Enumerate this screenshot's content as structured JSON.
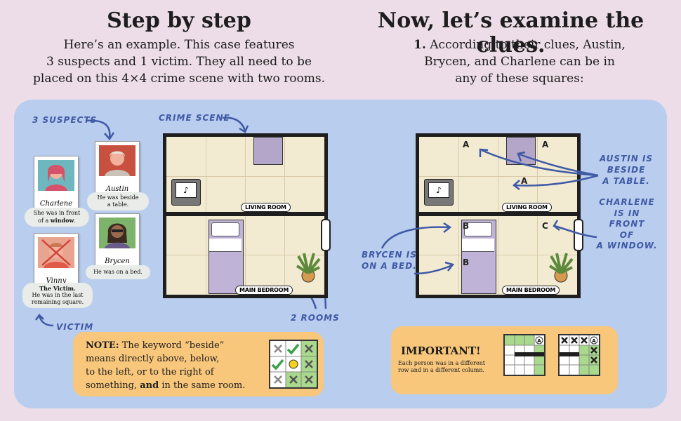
{
  "left": {
    "heading": "Step by step",
    "intro": [
      "Here’s an example. This case features",
      "3 suspects and 1 victim. They all need to be",
      "placed on this 4×4 crime scene with two rooms."
    ],
    "annotations": {
      "suspects": "3 SUSPECTS",
      "scene": "CRIME SCENE",
      "victim": "VICTIM",
      "rooms": "2 ROOMS"
    },
    "cards": [
      {
        "name": "Charlene",
        "clue_parts": [
          "She was in front",
          "of a ",
          "window",
          "."
        ]
      },
      {
        "name": "Austin",
        "clue_parts": [
          "He was beside",
          "a table."
        ]
      },
      {
        "name": "Brycen",
        "clue_parts": [
          "He was on a bed."
        ]
      },
      {
        "name": "Vinny",
        "clue_parts": [
          "The Victim.",
          "He was in the last",
          "remaining square."
        ]
      }
    ],
    "rooms": {
      "living": "LIVING ROOM",
      "bedroom": "MAIN BEDROOM"
    },
    "note": {
      "label": "NOTE:",
      "lines": [
        " The keyword “beside”",
        "means directly above, below,",
        "to the left, or to the right of",
        "something, ",
        "and",
        " in the same room."
      ]
    }
  },
  "right": {
    "heading": "Now, let’s examine the clues.",
    "step_number": "1.",
    "intro": [
      " According to their clues, Austin,",
      "Brycen, and Charlene can be in",
      "any of these squares:"
    ],
    "annotations": {
      "austin": [
        "AUSTIN IS",
        "BESIDE",
        "A TABLE."
      ],
      "charlene": [
        "CHARLENE",
        "IS IN",
        "FRONT",
        "OF",
        "A WINDOW."
      ],
      "brycen": [
        "BRYCEN IS",
        "ON A BED."
      ]
    },
    "marks": {
      "a": "A",
      "b": "B",
      "c": "C"
    },
    "rooms": {
      "living": "LIVING ROOM",
      "bedroom": "MAIN BEDROOM"
    },
    "important": {
      "title": "IMPORTANT!",
      "lines": [
        "Each person was in a different",
        "row and in a different column."
      ]
    }
  },
  "colors": {
    "background": "#ecdde9",
    "panel": "#b9cdee",
    "note": "#f8c77c",
    "ink": "#3f5aa6",
    "floor": "#f3ead2"
  }
}
